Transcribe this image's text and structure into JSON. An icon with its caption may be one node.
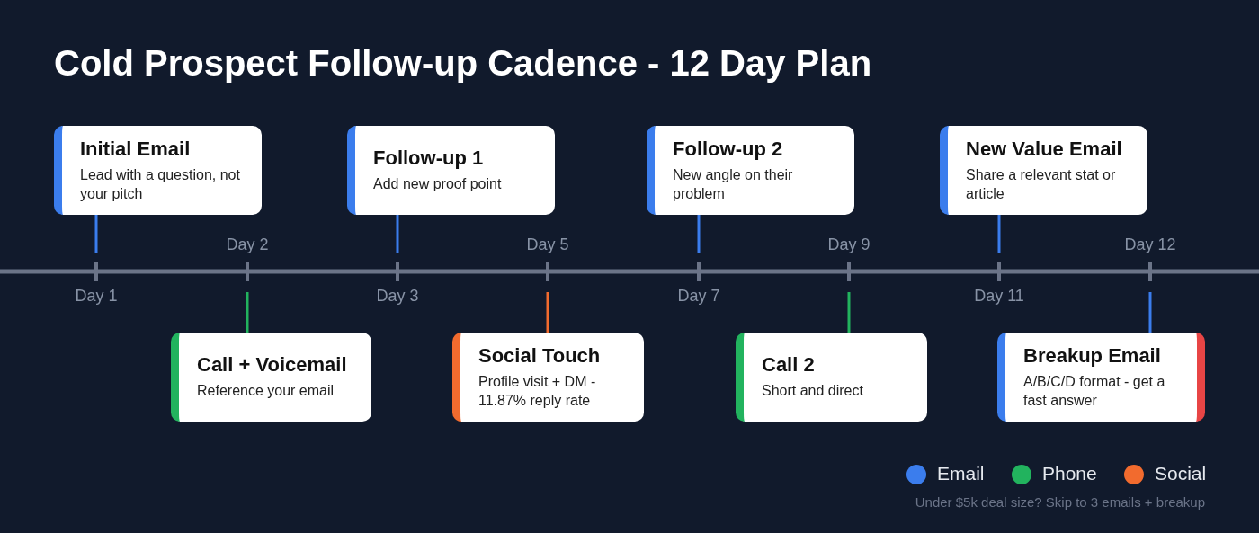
{
  "diagram": {
    "title": "Cold Prospect Follow-up Cadence - 12 Day Plan",
    "nodes": [
      {
        "text": [
          "Initial Email",
          "Lead with a question, not your pitch"
        ]
      },
      {
        "text": [
          "Call + Voicemail",
          "Reference your email"
        ]
      },
      {
        "text": [
          "Follow-up 1",
          "Add new proof point"
        ]
      },
      {
        "text": [
          "Social Touch",
          "Profile visit + DM - 11.87% reply rate"
        ]
      },
      {
        "text": [
          "Follow-up 2",
          "New angle on their problem"
        ]
      },
      {
        "text": [
          "Call 2",
          "Short and direct"
        ]
      },
      {
        "text": [
          "New Value Email",
          "Share a relevant stat or article"
        ]
      },
      {
        "text": [
          "Breakup Email",
          "A/B/C/D format - get a fast answer"
        ]
      }
    ],
    "edges": [
      {
        "from": 0,
        "to": null,
        "arrow": "none"
      },
      {
        "from": 1,
        "to": null,
        "arrow": "none",
        "color": "#22b35e"
      },
      {
        "from": 2,
        "to": null,
        "arrow": "none"
      },
      {
        "from": 3,
        "to": null,
        "arrow": "none",
        "color": "#f26b2e"
      },
      {
        "from": 4,
        "to": null,
        "arrow": "none"
      },
      {
        "from": 5,
        "to": null,
        "arrow": "none",
        "color": "#22b35e"
      },
      {
        "from": 6,
        "to": null,
        "arrow": "none"
      },
      {
        "from": 7,
        "to": null,
        "arrow": "none"
      }
    ],
    "labels": [
      "Day 1",
      "Day 2",
      "Day 3",
      "Day 5",
      "Day 7",
      "Day 9",
      "Day 11",
      "Day 12",
      "Under $5k deal size? Skip to 3 emails + breakup"
    ],
    "legend": [
      {
        "text": "Email",
        "color": "#3b7ded"
      },
      {
        "text": "Phone",
        "color": "#22b35e"
      },
      {
        "text": "Social",
        "color": "#f26b2e"
      }
    ]
  }
}
